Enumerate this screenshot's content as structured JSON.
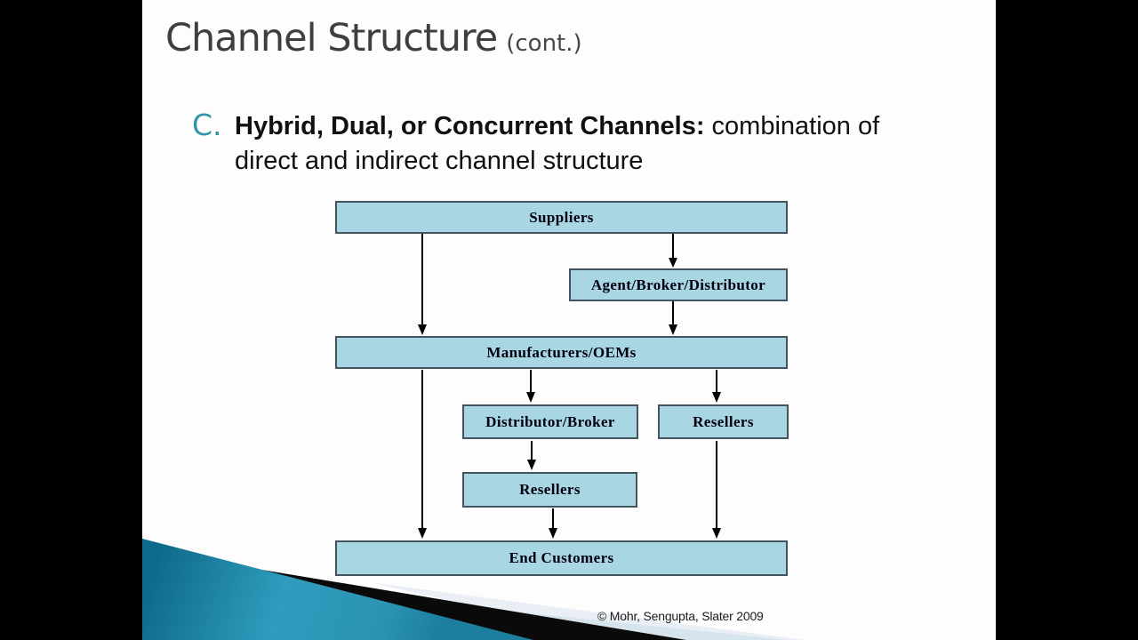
{
  "slide": {
    "title": "Channel Structure",
    "title_suffix": "(cont.)",
    "bullet": {
      "marker": "C.",
      "line1_bold": "Hybrid, Dual, or Concurrent Channels:",
      "line1_rest": " combination of",
      "line2": "direct and indirect channel structure"
    },
    "diagram": {
      "nodes": [
        {
          "id": "suppliers",
          "label": "Suppliers"
        },
        {
          "id": "agent-broker-distributor",
          "label": "Agent/Broker/Distributor"
        },
        {
          "id": "manufacturers-oems",
          "label": "Manufacturers/OEMs"
        },
        {
          "id": "distributor-broker",
          "label": "Distributor/Broker"
        },
        {
          "id": "resellers-right",
          "label": "Resellers"
        },
        {
          "id": "resellers-mid",
          "label": "Resellers"
        },
        {
          "id": "end-customers",
          "label": "End Customers"
        }
      ],
      "edges": [
        {
          "from": "suppliers",
          "to": "manufacturers-oems"
        },
        {
          "from": "suppliers",
          "to": "agent-broker-distributor"
        },
        {
          "from": "agent-broker-distributor",
          "to": "manufacturers-oems"
        },
        {
          "from": "manufacturers-oems",
          "to": "distributor-broker"
        },
        {
          "from": "manufacturers-oems",
          "to": "resellers-right"
        },
        {
          "from": "manufacturers-oems",
          "to": "end-customers"
        },
        {
          "from": "distributor-broker",
          "to": "resellers-mid"
        },
        {
          "from": "resellers-mid",
          "to": "end-customers"
        },
        {
          "from": "resellers-right",
          "to": "end-customers"
        }
      ]
    },
    "footer": "© Mohr, Sengupta, Slater 2009",
    "colors": {
      "box_fill": "#a8d6e2",
      "box_border": "#44545e",
      "accent_teal": "#2f96aa",
      "title_gray": "#3e3e3e",
      "decoration_teal_dark": "#0e6a8a",
      "decoration_teal_light": "#2f9cbd",
      "decoration_pale_band": "#d6e4ee"
    }
  }
}
